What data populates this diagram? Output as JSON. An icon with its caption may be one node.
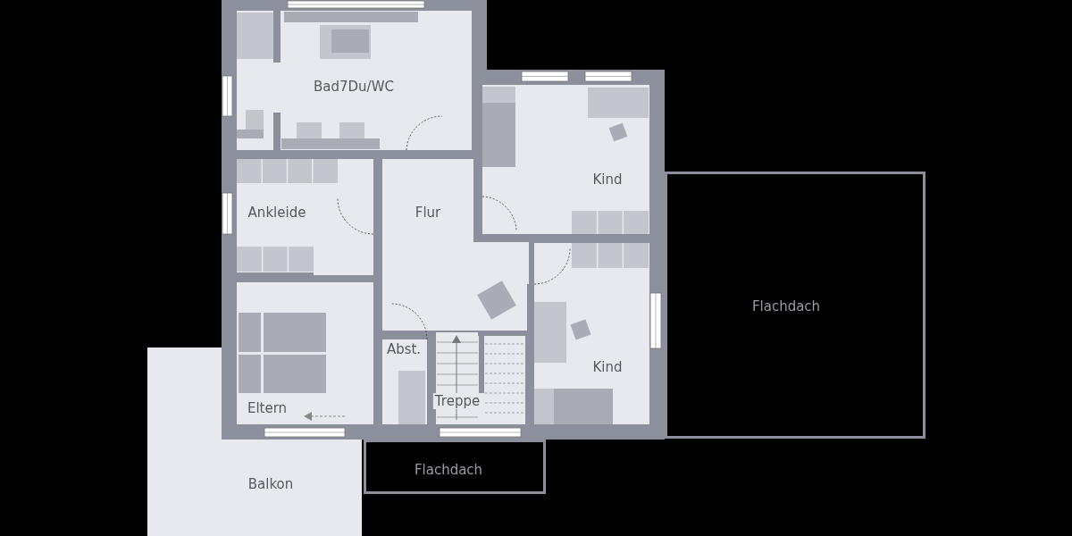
{
  "diagram": {
    "nodes": [
      {
        "text": [
          "Bad7Du/WC"
        ]
      },
      {
        "text": [
          "Kind"
        ]
      },
      {
        "text": [
          "Ankleide"
        ]
      },
      {
        "text": [
          "Flur"
        ]
      },
      {
        "text": [
          "Flachdach"
        ]
      },
      {
        "text": [
          "Abst."
        ]
      },
      {
        "text": [
          "Kind"
        ]
      },
      {
        "text": [
          "Eltern"
        ]
      },
      {
        "text": [
          "Treppe"
        ]
      },
      {
        "text": [
          "Balkon"
        ]
      },
      {
        "text": [
          "Flachdach"
        ]
      }
    ]
  }
}
